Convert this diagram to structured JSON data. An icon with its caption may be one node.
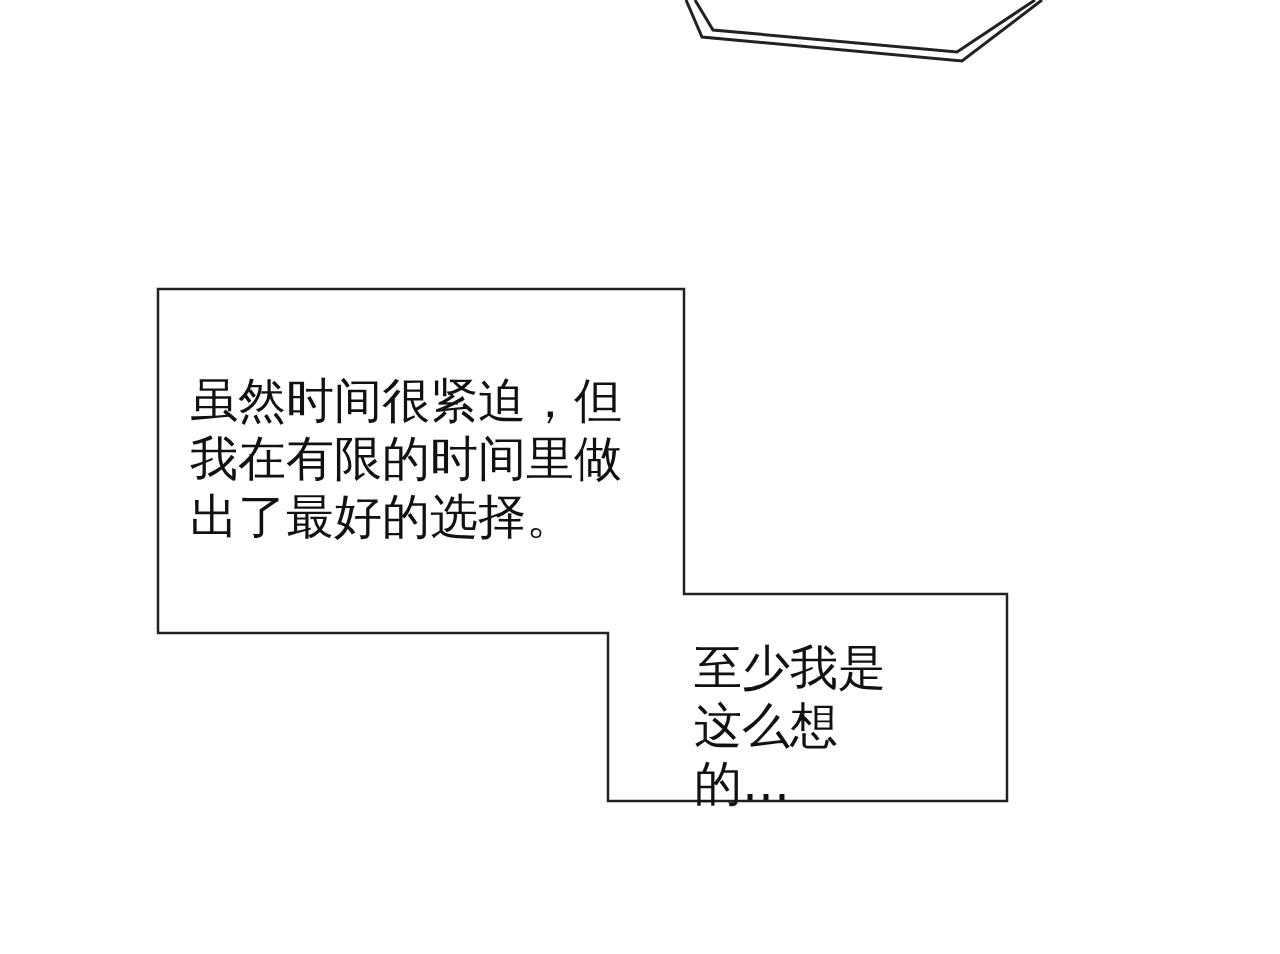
{
  "diagram": {
    "nodes": [
      {
        "text": [],
        "shape": "hexagon"
      },
      {
        "text": [
          "虽然时间很紧迫，但我在有限的时间里做出了最好的选择。"
        ]
      },
      {
        "text": [
          "至少我是这么想的…"
        ]
      }
    ]
  }
}
